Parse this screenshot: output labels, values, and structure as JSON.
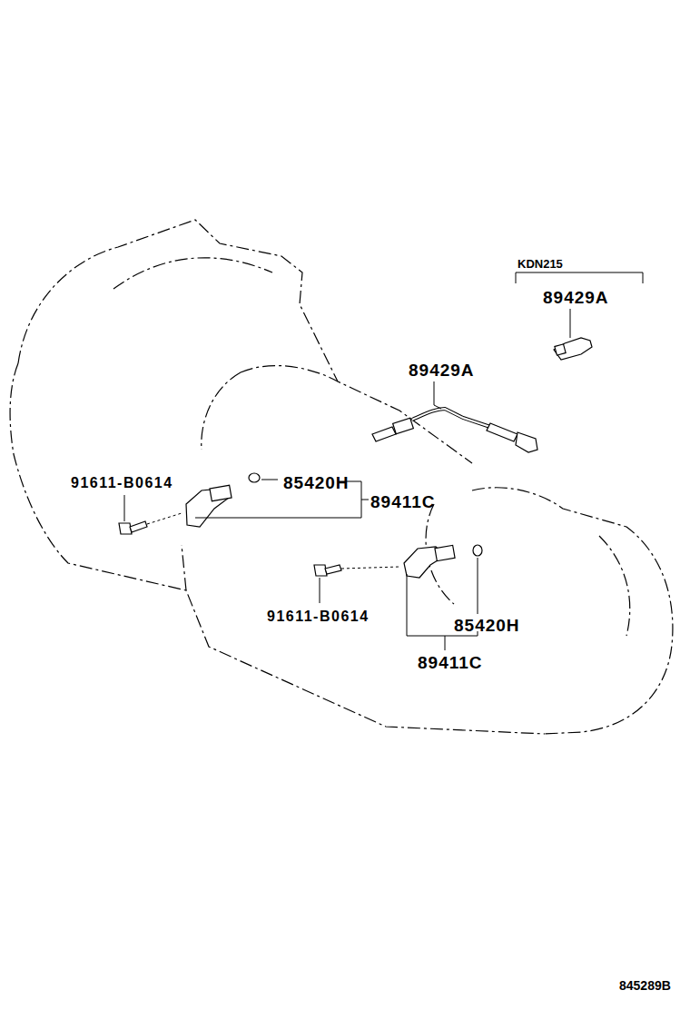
{
  "diagram": {
    "labels": [
      "KDN215",
      "89429A",
      "89429A",
      "91611-B0614",
      "85420H",
      "89411C",
      "91611-B0614",
      "85420H",
      "89411C",
      "845289B"
    ]
  }
}
